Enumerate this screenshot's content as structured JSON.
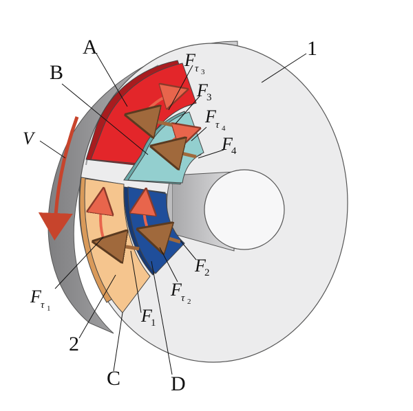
{
  "labels": {
    "A": "A",
    "B": "B",
    "C": "C",
    "D": "D",
    "one": "1",
    "two": "2",
    "V": "V",
    "F": "F",
    "tau": "τ",
    "i1": "1",
    "i2": "2",
    "i3": "3",
    "i4": "4"
  },
  "colors": {
    "disc_face": "#e9e9ea",
    "disc_rim": "#a9a9ab",
    "disc_rim_dark": "#8e8e90",
    "segment_A": "#e3262a",
    "segment_B": "#93cfcf",
    "segment_C": "#f5c58e",
    "segment_D": "#1f4e9a",
    "force_arrow": "#a0693c",
    "tangent_arrow": "#e8654c",
    "velocity_arrow": "#c7442c",
    "hub": "#d6d6d8"
  }
}
